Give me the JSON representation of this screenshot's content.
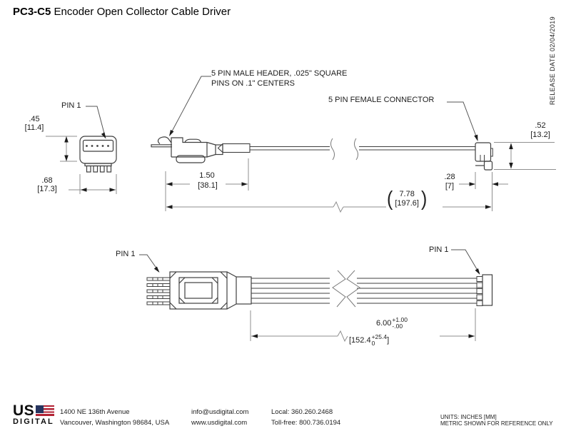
{
  "title": {
    "model": "PC3-C5",
    "name": " Encoder Open Collector Cable Driver"
  },
  "release_date": "RELEASE DATE  02/04/2019",
  "callouts": {
    "pin1_front": "PIN 1",
    "pin1_cable_left": "PIN 1",
    "pin1_cable_right": "PIN 1",
    "male_header_line1": "5 PIN MALE HEADER, .025\" SQUARE",
    "male_header_line2": "PINS ON .1\" CENTERS",
    "female_connector": "5 PIN FEMALE CONNECTOR"
  },
  "dims": {
    "height_in": ".45",
    "height_mm": "[11.4]",
    "width_in": ".68",
    "width_mm": "[17.3]",
    "header_length_in": "1.50",
    "header_length_mm": "[38.1]",
    "connector_height_in": ".52",
    "connector_height_mm": "[13.2]",
    "connector_depth_in": ".28",
    "connector_depth_mm": "[7]",
    "paren_open": "(",
    "paren_close": ")",
    "overall_length_in": "7.78",
    "overall_length_mm": "[197.6]",
    "cable_length_in": "6.00",
    "cable_tol_plus": "+1.00",
    "cable_tol_minus": "-.00",
    "cable_length_mm_open": "[152.4",
    "cable_mm_tol_plus": "+25.4",
    "cable_mm_tol_minus": "0",
    "cable_length_mm_close": "]"
  },
  "footer": {
    "logo_us": "US",
    "logo_digital": "DIGITAL",
    "address_line1": "1400 NE 136th Avenue",
    "address_line2": "Vancouver, Washington 98684, USA",
    "email": "info@usdigital.com",
    "website": "www.usdigital.com",
    "phone_local": "Local: 360.260.2468",
    "phone_tollfree": "Toll-free: 800.736.0194",
    "units_line1": "UNITS: INCHES [MM]",
    "units_line2": "METRIC SHOWN FOR REFERENCE ONLY"
  }
}
